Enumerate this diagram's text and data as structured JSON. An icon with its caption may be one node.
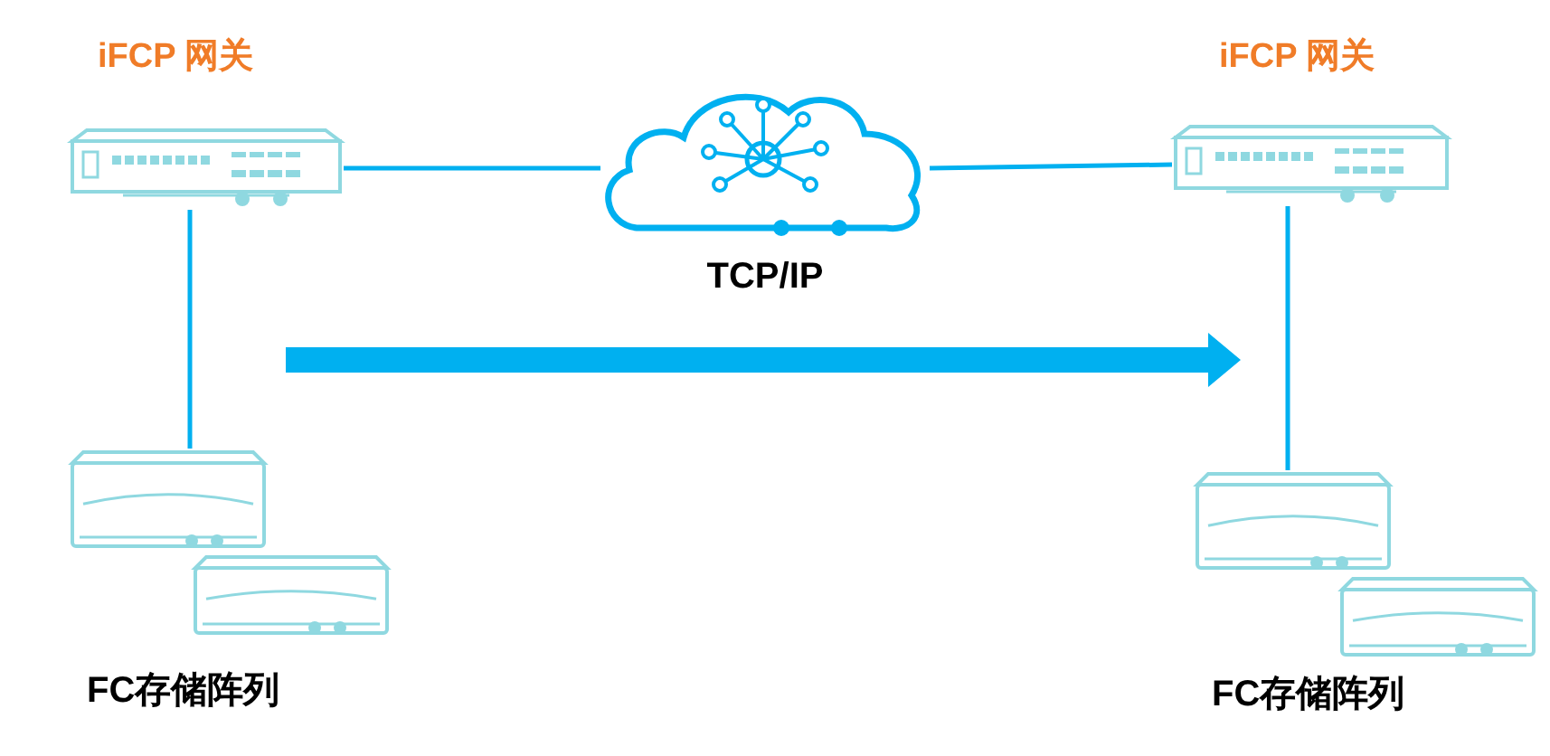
{
  "diagram": {
    "nodes": [
      {
        "text": [
          "iFCP 网关"
        ]
      },
      {
        "text": [
          "TCP/IP"
        ]
      },
      {
        "text": [
          "iFCP 网关"
        ]
      },
      {
        "text": [
          "FC存储阵列"
        ]
      },
      {
        "text": [
          "FC存储阵列"
        ]
      }
    ],
    "edges": [
      {
        "from": 0,
        "to": 1,
        "arrow": "none"
      },
      {
        "from": 1,
        "to": 2,
        "arrow": "none"
      },
      {
        "from": 0,
        "to": 3,
        "arrow": "none"
      },
      {
        "from": 2,
        "to": 4,
        "arrow": "none"
      }
    ]
  }
}
